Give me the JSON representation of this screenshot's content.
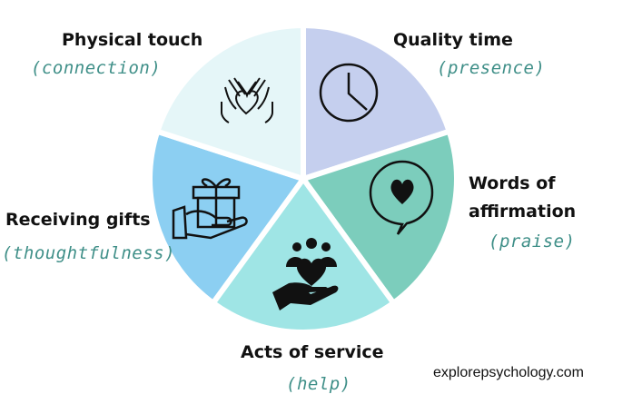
{
  "segments": [
    {
      "title": "Quality time",
      "subtitle": "(presence)",
      "color": "#c5cfee",
      "icon": "clock-icon"
    },
    {
      "title": "Words of affirmation",
      "title_line1": "Words of",
      "title_line2": "affirmation",
      "subtitle": "(praise)",
      "color": "#7ccdbc",
      "icon": "speech-bubble-heart-icon"
    },
    {
      "title": "Acts of service",
      "subtitle": "(help)",
      "color": "#9fe5e5",
      "icon": "hand-heart-people-icon"
    },
    {
      "title": "Receiving gifts",
      "subtitle": "(thoughtfulness)",
      "color": "#8ccff2",
      "icon": "gift-hand-icon"
    },
    {
      "title": "Physical touch",
      "subtitle": "(connection)",
      "color": "#e5f6f8",
      "icon": "hands-heart-icon"
    }
  ],
  "website": "explorepsychology.com"
}
